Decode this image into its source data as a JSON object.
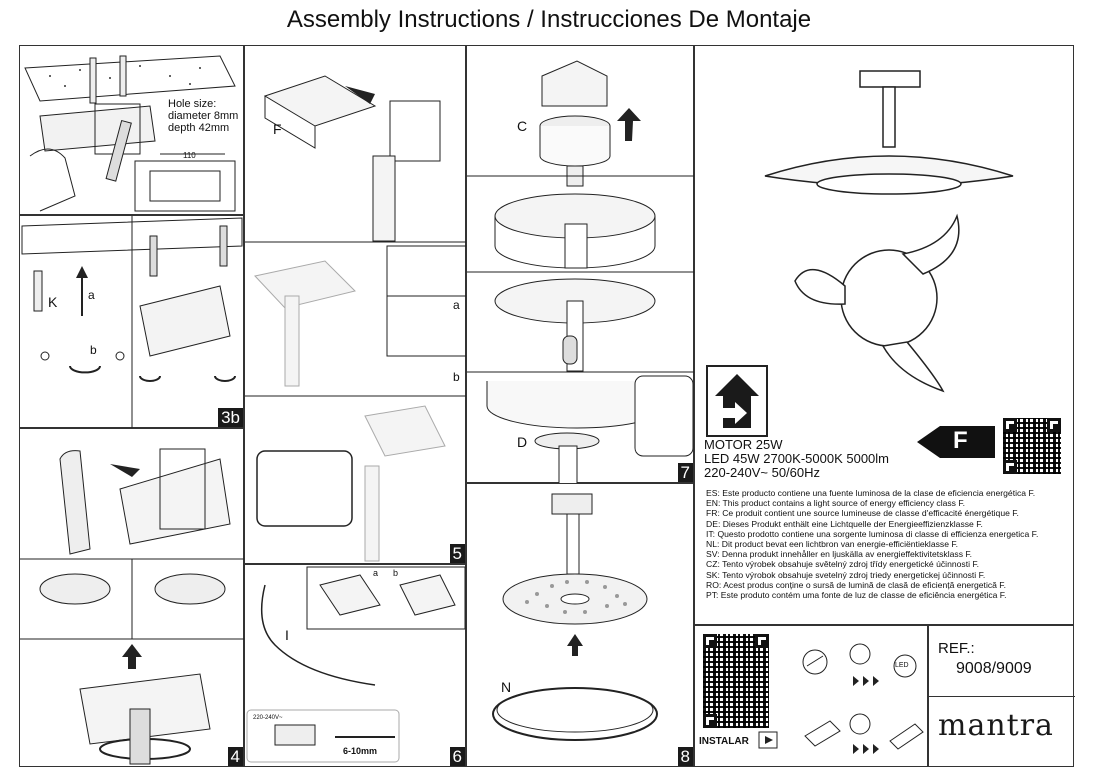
{
  "title": "Assembly Instructions / Instrucciones De Montaje",
  "steps": {
    "s1": {
      "hole_note": [
        "Hole size:",
        "diameter 8mm",
        "depth 42mm"
      ],
      "dimension": "110"
    },
    "s3b": {
      "number": "3b",
      "label_k": "K",
      "label_a": "a",
      "label_b": "b"
    },
    "s4": {
      "number": "4"
    },
    "s5": {
      "number": "5",
      "label_f": "F",
      "label_a": "a",
      "label_b": "b"
    },
    "s6": {
      "number": "6",
      "label_i": "I",
      "label_a": "a",
      "label_b": "b",
      "wire_len": "6-10mm",
      "voltage": "220-240V~"
    },
    "s7": {
      "number": "7",
      "label_c": "C",
      "label_d": "D"
    },
    "s8": {
      "number": "8",
      "label_n": "N"
    }
  },
  "specs": {
    "motor": "MOTOR 25W",
    "led": "LED 45W 2700K-5000K 5000lm",
    "voltage": "220-240V~ 50/60Hz",
    "energy_class": "F"
  },
  "energy_statements": [
    "ES: Este producto contiene una fuente luminosa de la clase de eficiencia energética F.",
    "EN: This product contains a light source of energy efficiency class F.",
    "FR: Ce produit contient une source lumineuse de classe d'efficacité énergétique F.",
    "DE: Dieses Produkt enthält eine Lichtquelle der Energieeffizienzklasse F.",
    "IT: Questo prodotto contiene una sorgente luminosa di classe di efficienza energetica F.",
    "NL: Dit product bevat een lichtbron van energie-efficiëntieklasse F.",
    "SV: Denna produkt innehåller en ljuskälla av energieffektivitetsklass F.",
    "CZ: Tento výrobek obsahuje světelný zdroj třídy energetické účinnosti F.",
    "SK: Tento výrobok obsahuje svetelný zdroj triedy energetickej účinnosti F.",
    "RO: Acest produs conține o sursă de lumină de clasă de eficiență energetică F.",
    "PT: Este produto contém uma fonte de luz de classe de eficiência energética F."
  ],
  "footer": {
    "install_label": "INSTALAR",
    "led_icon": "LED",
    "ref_label": "REF.:",
    "ref_value": "9008/9009",
    "brand": "mantra"
  }
}
